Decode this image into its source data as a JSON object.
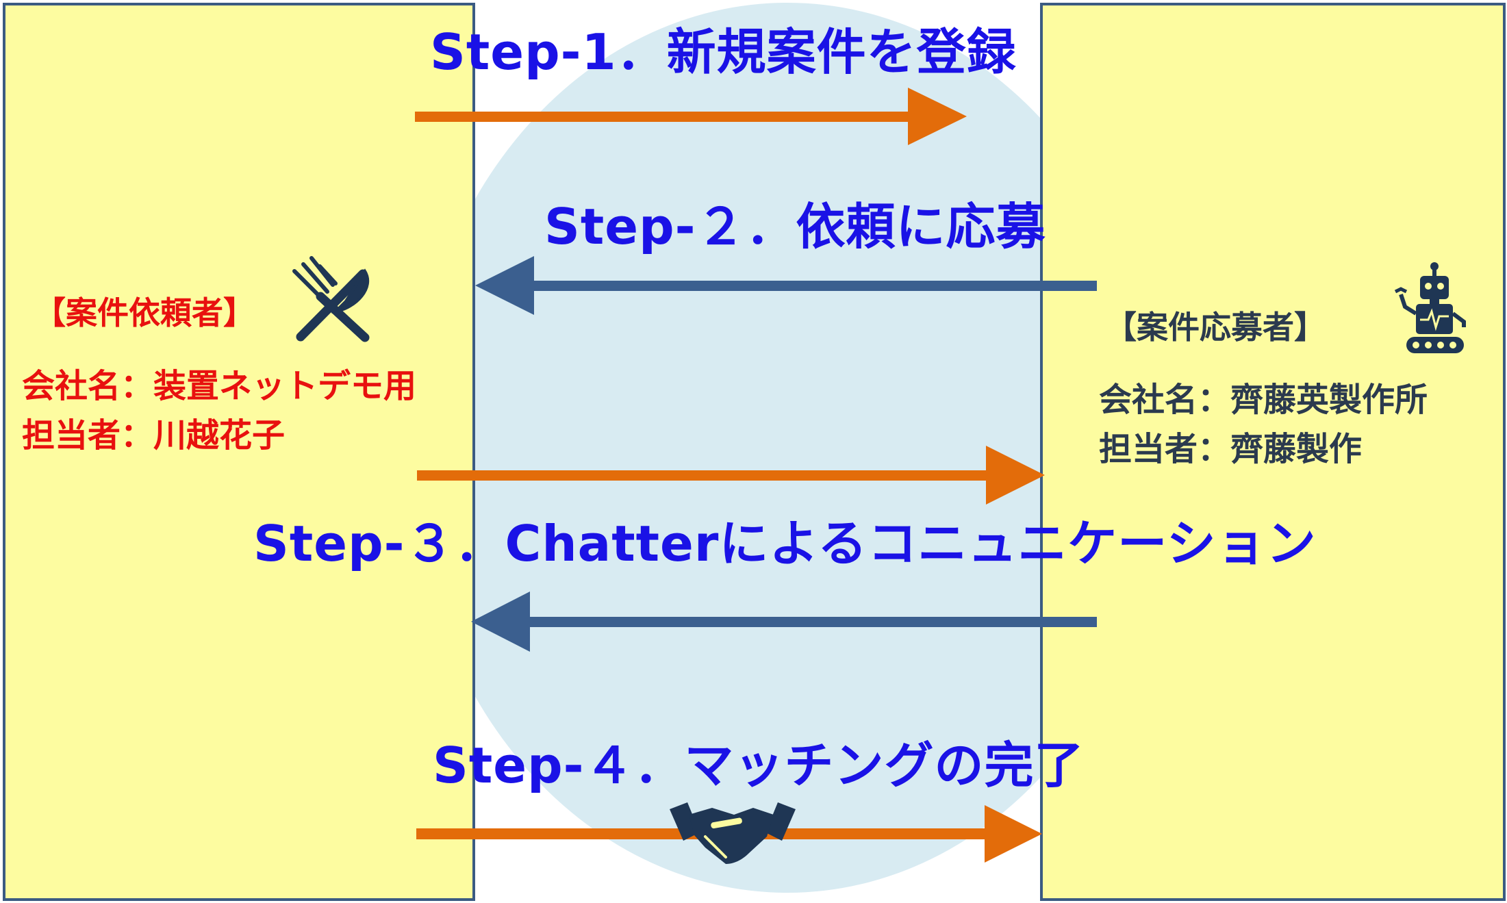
{
  "steps": {
    "step1": "Step-1．新規案件を登録",
    "step2": "Step-２．依頼に応募",
    "step3": "Step-３．Chatterによるコニュニケーション",
    "step4": "Step-４．マッチングの完了"
  },
  "requester": {
    "title": "【案件依頼者】",
    "company": "会社名：装置ネットデモ用",
    "person": "担当者：川越花子",
    "icon": "fork-knife-icon"
  },
  "applicant": {
    "title": "【案件応募者】",
    "company": "会社名：齊藤英製作所",
    "person": "担当者：齊藤製作",
    "icon": "robot-icon"
  },
  "completion_icon": "handshake-icon",
  "colors": {
    "panel_fill": "#fdfca0",
    "panel_border": "#3b5b82",
    "circle": "#d8ebf2",
    "orange_arrow": "#e36c0a",
    "blue_arrow": "#3b5f8f",
    "step_text": "#1a12e6",
    "requester_text": "#e8110f",
    "applicant_text": "#2b3a4e",
    "icon": "#1f3654"
  }
}
